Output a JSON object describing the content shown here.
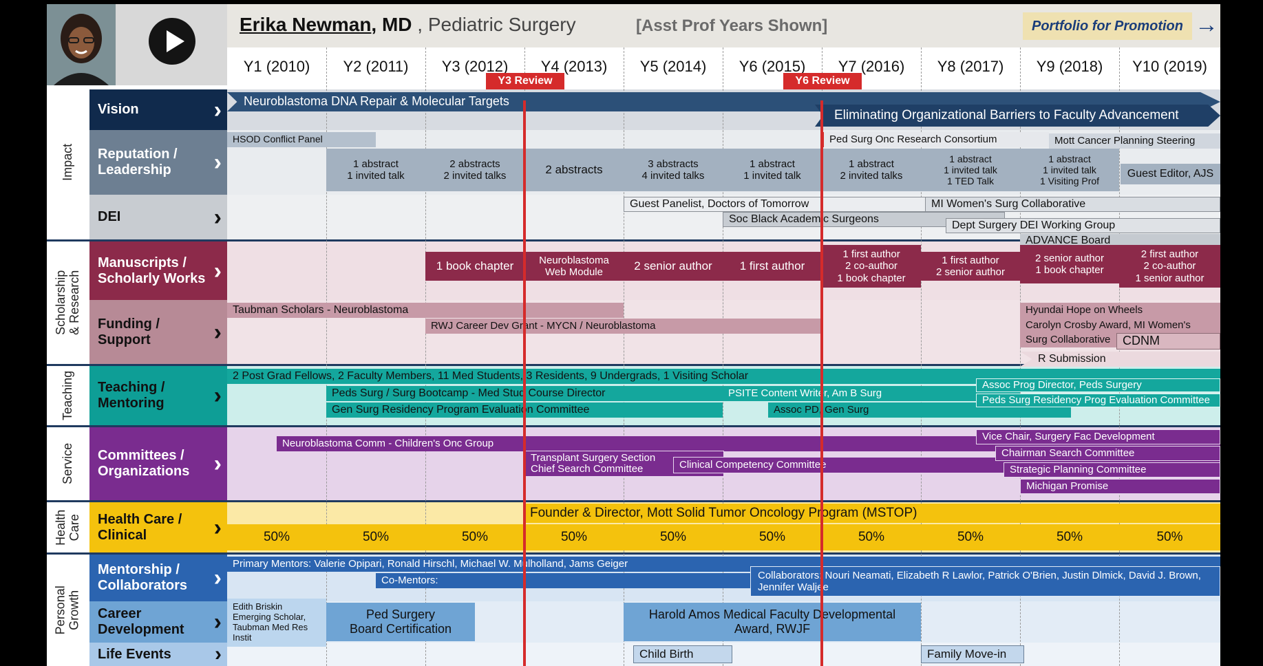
{
  "header": {
    "name": "Erika Newman",
    "degree": ", MD",
    "specialty": " , Pediatric Surgery",
    "years_shown": "[Asst Prof Years Shown]",
    "portfolio": "Portfolio for Promotion",
    "portfolio_arrow": "→"
  },
  "years": [
    "Y1 (2010)",
    "Y2 (2011)",
    "Y3 (2012)",
    "Y4 (2013)",
    "Y5 (2014)",
    "Y6 (2015)",
    "Y7 (2016)",
    "Y8 (2017)",
    "Y9 (2018)",
    "Y10 (2019)"
  ],
  "reviews": {
    "y3": "Y3 Review",
    "y6": "Y6 Review"
  },
  "categories": {
    "impact": "Impact",
    "scholarship": "Scholarship & Research",
    "teaching": "Teaching",
    "service": "Service",
    "health": "Health Care",
    "personal": "Personal Growth"
  },
  "rows": {
    "vision": "Vision",
    "reputation": "Reputation / Leadership",
    "dei": "DEI",
    "manuscripts": "Manuscripts / Scholarly Works",
    "funding": "Funding / Support",
    "teaching": "Teaching / Mentoring",
    "committees": "Committees / Organizations",
    "health": "Health Care / Clinical",
    "mentorship": "Mentorship / Collaborators",
    "career": "Career Development",
    "life": "Life Events"
  },
  "chevron": "›",
  "vision": {
    "a": "Neuroblastoma DNA Repair & Molecular Targets",
    "b": "Eliminating Organizational Barriers to Faculty Advancement"
  },
  "reputation": {
    "hsod": "HSOD Conflict Panel",
    "consortium": "Ped Surg Onc Research Consortium",
    "mott": "Mott Cancer Planning Steering",
    "y2": "1 abstract\n1 invited talk",
    "y3": "2 abstracts\n2 invited talks",
    "y4": "2 abstracts",
    "y5": "3 abstracts\n4 invited talks",
    "y6": "1 abstract\n1 invited talk",
    "y7": "1 abstract\n2 invited talks",
    "y8": "1 abstract\n1 invited talk\n1 TED Talk",
    "y9": "1 abstract\n1 invited talk\n1 Visiting Prof",
    "y10": "Guest Editor, AJS"
  },
  "dei": {
    "panelist": "Guest Panelist, Doctors of Tomorrow",
    "mwsc": "MI Women's Surg Collaborative",
    "sbas": "Soc Black Academic Surgeons",
    "deiwg": "Dept Surgery DEI Working Group",
    "advance": "ADVANCE Board"
  },
  "manuscripts": {
    "y3": "1 book chapter",
    "y4": "Neuroblastoma\nWeb Module",
    "y5": "2 senior author",
    "y6": "1 first author",
    "y7": "1 first author\n2 co-author\n1 book chapter",
    "y8": "1 first author\n2 senior author",
    "y9": "2 senior author\n1 book chapter",
    "y10": "2 first author\n2 co-author\n1 senior author"
  },
  "funding": {
    "taubman": "Taubman Scholars - Neuroblastoma",
    "rwj": "RWJ Career Dev Grant - MYCN / Neuroblastoma",
    "hyundai": "Hyundai Hope on Wheels",
    "crosby": "Carolyn Crosby Award, MI Women's",
    "surgcollab": "Surg Collaborative",
    "cdnm": "CDNM",
    "r_sub": "R Submission"
  },
  "teaching": {
    "fellows": "2 Post Grad Fellows, 2 Faculty Members, 11 Med Students, 3 Residents, 9 Undergrads, 1 Visiting Scholar",
    "bootcamp": "Peds Surg / Surg Bootcamp - Med Stud Course Director",
    "gensurg": "Gen Surg Residency Program Evaluation Committee",
    "psite": "PSITE Content Writer, Am B Surg",
    "assocpd": "Assoc PD, Gen Surg",
    "assocprog": "Assoc Prog Director, Peds Surgery",
    "pedsres": "Peds Surg Residency Prog Evaluation Committee"
  },
  "committees": {
    "neuro": "Neuroblastoma Comm - Children's Onc Group",
    "transplant": "Transplant Surgery Section\nChief Search Committee",
    "clinical": "Clinical Competency Committee",
    "vicechair": "Vice Chair, Surgery Fac Development",
    "chairman": "Chairman Search Committee",
    "strategic": "Strategic Planning Committee",
    "promise": "Michigan Promise"
  },
  "health": {
    "founder": "Founder & Director, Mott Solid Tumor Oncology Program (MSTOP)",
    "percents": [
      "50%",
      "50%",
      "50%",
      "50%",
      "50%",
      "50%",
      "50%",
      "50%",
      "50%",
      "50%"
    ]
  },
  "mentorship": {
    "primary": "Primary Mentors: Valerie Opipari, Ronald Hirschl, Michael W. Mulholland, Jams Geiger",
    "comentors": "Co-Mentors:",
    "collaborators": "Collaborators: Nouri Neamati, Elizabeth R Lawlor, Patrick O'Brien, Justin Dlmick, David J. Brown, Jennifer Waljee"
  },
  "career": {
    "briskin": "Edith Briskin\nEmerging Scholar,\nTaubman Med Res\nInstit",
    "boardcert": "Ped Surgery\nBoard Certification",
    "amos": "Harold Amos Medical Faculty Developmental\nAward, RWJF"
  },
  "life": {
    "birth": "Child Birth",
    "move": "Family Move-in"
  },
  "colors": {
    "navy": "#102a4c",
    "slate": "#6d7f92",
    "silver": "#c8ccd1",
    "maroon": "#8c2a4a",
    "rose": "#b78a96",
    "teal": "#0e9e96",
    "purple": "#7a2c8f",
    "gold": "#f4c20d",
    "blue": "#2b64b0",
    "skyblue": "#6fa4d4",
    "review_red": "#d52b2b"
  },
  "icons": {
    "play": "play-icon",
    "portrait": "portrait-image"
  }
}
